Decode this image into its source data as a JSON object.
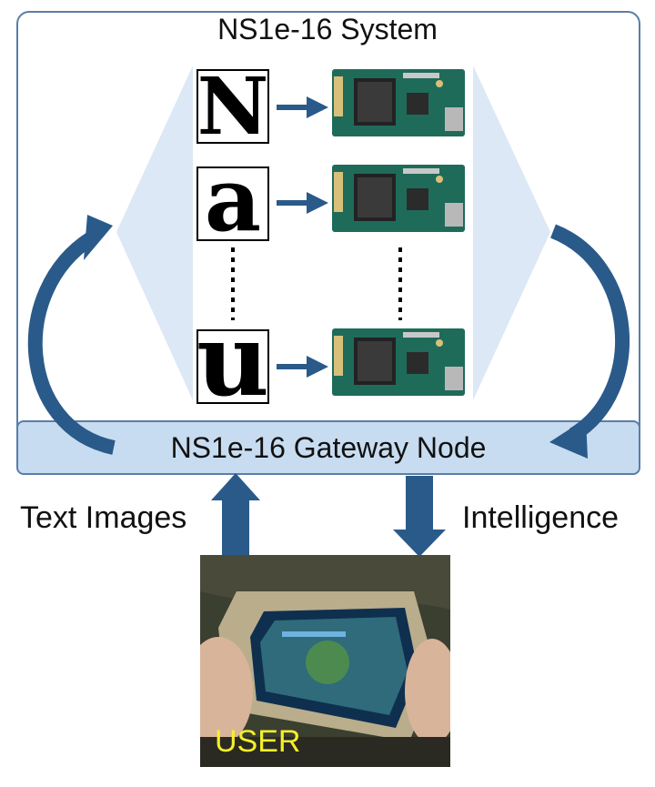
{
  "system": {
    "title": "NS1e-16 System"
  },
  "gateway": {
    "label": "NS1e-16 Gateway Node"
  },
  "flows": {
    "input_label": "Text Images",
    "output_label": "Intelligence"
  },
  "inputs": {
    "glyphs": [
      "N",
      "a",
      "u"
    ]
  },
  "user": {
    "label": "USER"
  },
  "colors": {
    "accent": "#2a5a8a",
    "panel": "#c7dcf0",
    "fan": "#dce8f5",
    "user_text": "#f4ef2a"
  }
}
